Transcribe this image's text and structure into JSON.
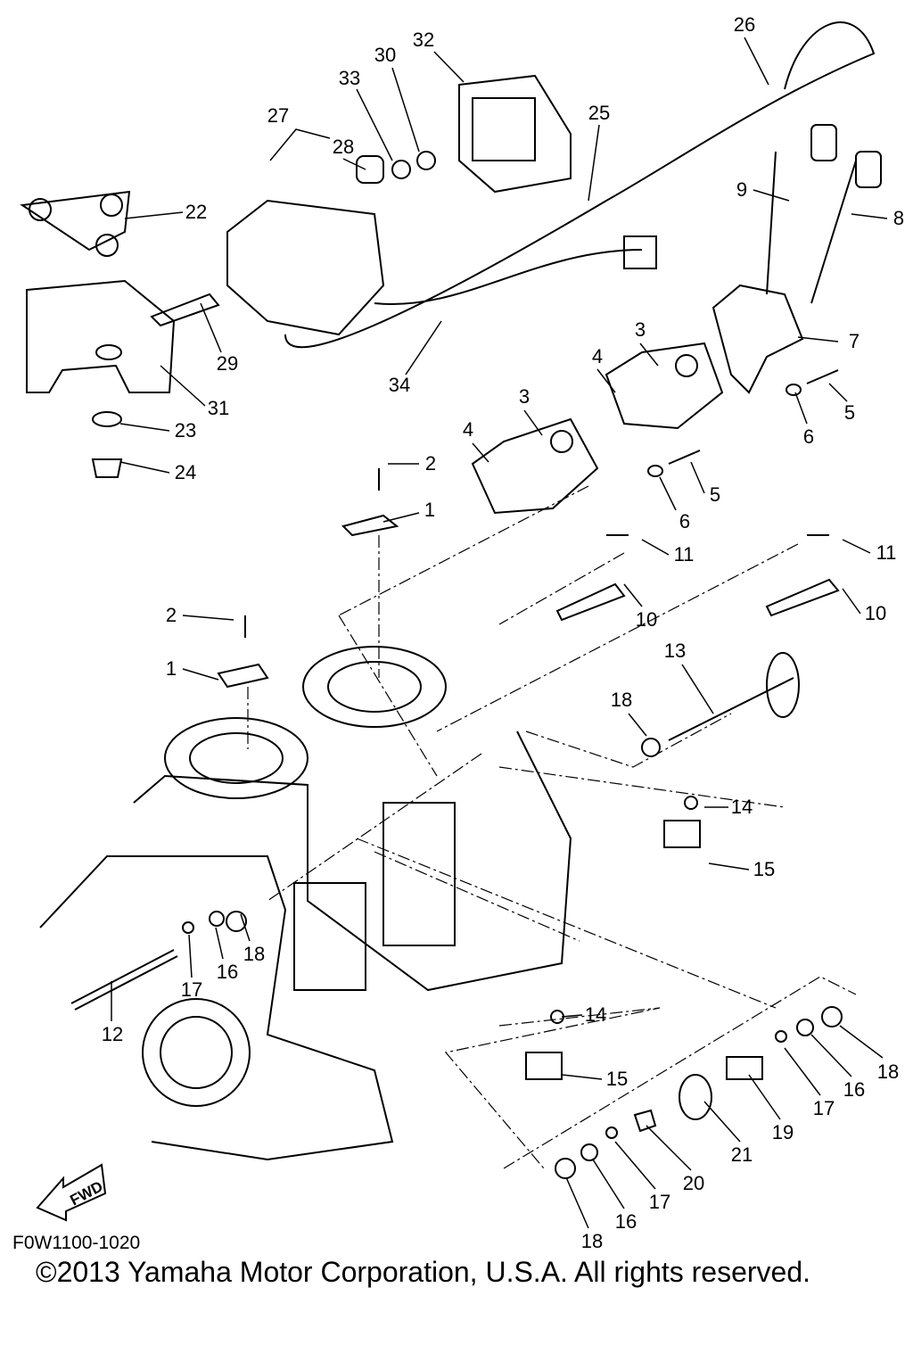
{
  "diagram_code": "F0W1100-1020",
  "copyright": "©2013 Yamaha Motor Corporation, U.S.A. All rights reserved.",
  "fwd_label": "FWD",
  "callouts": [
    "32",
    "30",
    "26",
    "33",
    "25",
    "27",
    "28",
    "9",
    "8",
    "22",
    "29",
    "34",
    "7",
    "3",
    "4",
    "31",
    "5",
    "6",
    "23",
    "24",
    "3",
    "4",
    "2",
    "5",
    "6",
    "1",
    "11",
    "11",
    "10",
    "10",
    "2",
    "13",
    "1",
    "18",
    "14",
    "15",
    "18",
    "16",
    "17",
    "12",
    "14",
    "15",
    "18",
    "16",
    "17",
    "19",
    "21",
    "20",
    "17",
    "16",
    "18"
  ]
}
